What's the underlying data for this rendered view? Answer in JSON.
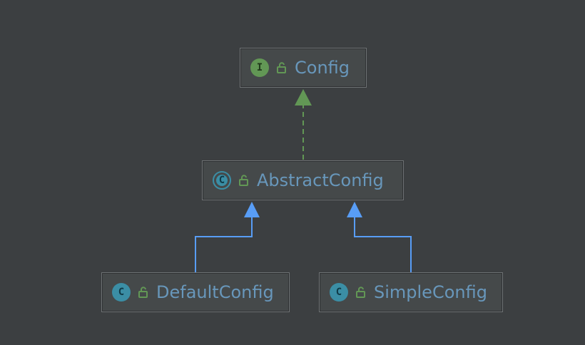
{
  "diagram": {
    "nodes": [
      {
        "id": "config",
        "label": "Config",
        "kind": "interface",
        "kind_letter": "I",
        "visibility_icon": "public-lock-icon"
      },
      {
        "id": "abstract-config",
        "label": "AbstractConfig",
        "kind": "abstract",
        "kind_letter": "C",
        "visibility_icon": "public-lock-icon"
      },
      {
        "id": "default-config",
        "label": "DefaultConfig",
        "kind": "class",
        "kind_letter": "C",
        "visibility_icon": "public-lock-icon"
      },
      {
        "id": "simple-config",
        "label": "SimpleConfig",
        "kind": "class",
        "kind_letter": "C",
        "visibility_icon": "public-lock-icon"
      }
    ],
    "edges": [
      {
        "from": "abstract-config",
        "to": "config",
        "type": "implements",
        "color": "#629755"
      },
      {
        "from": "default-config",
        "to": "abstract-config",
        "type": "extends",
        "color": "#589df6"
      },
      {
        "from": "simple-config",
        "to": "abstract-config",
        "type": "extends",
        "color": "#589df6"
      }
    ],
    "colors": {
      "background": "#3c3f41",
      "label": "#6897bb",
      "interface_badge": "#629755",
      "class_badge": "#3b8ea5",
      "lock": "#629755"
    }
  }
}
